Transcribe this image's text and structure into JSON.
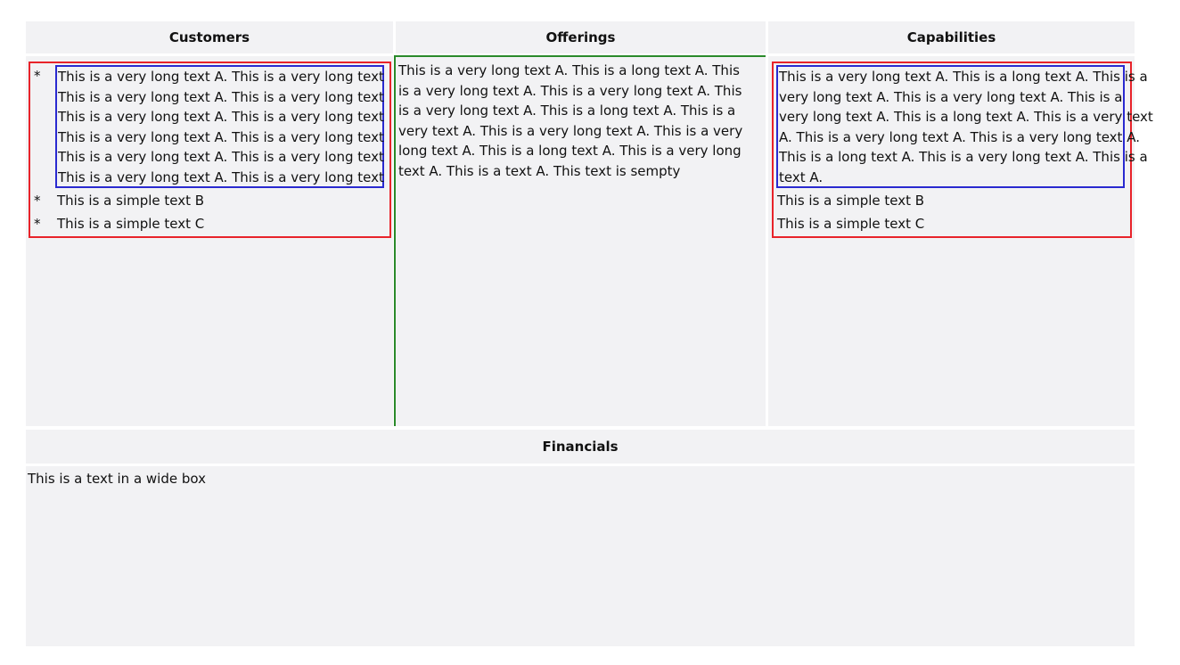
{
  "customers": {
    "title": "Customers",
    "bullet": "*",
    "long_lines": [
      "This is a very long text A. This is a very long text",
      "This is a very long text A. This is a very long text",
      "This is a very long text A. This is a very long text",
      "This is a very long text A. This is a very long text",
      "This is a very long text A. This is a very long text",
      "This is a very long text A. This is a very long text"
    ],
    "item_b": "This is a simple text B",
    "item_c": "This is a simple text C"
  },
  "offerings": {
    "title": "Offerings",
    "lines": [
      "This is a very long text A. This is a long text A. This",
      "is a very long text A. This is a very long text A. This",
      "is a very long text A. This is a long text A. This is a",
      "very text A. This is a very long text A. This is a very",
      "long text A. This is a long text A. This is a very long",
      "text A. This is a text A. This text is sempty"
    ]
  },
  "capabilities": {
    "title": "Capabilities",
    "lines": [
      "This is a very long text A. This is a long text A. This is a",
      "very long text A. This is a very long text A. This is a",
      "very long text A. This is a long text A. This is a very text",
      "A. This is a very long text A. This is a very long text A.",
      "This is a long text A. This is a very long text A. This is a",
      "text A."
    ],
    "item_b": "This is a simple text B",
    "item_c": "This is a simple text C"
  },
  "financials": {
    "title": "Financials",
    "text": "This is a text in a wide box"
  },
  "colors": {
    "panel": "#f2f2f4",
    "red_box": "#e8232a",
    "blue_box": "#2a2ad0",
    "green_border": "#2a8a2a"
  }
}
